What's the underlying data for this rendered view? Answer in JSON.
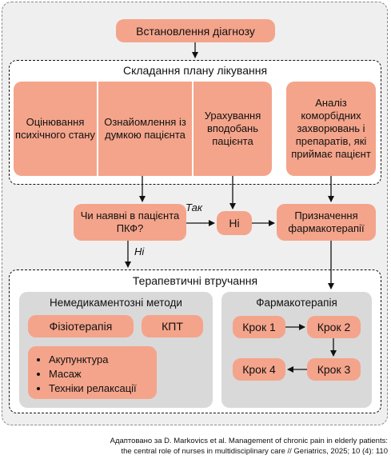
{
  "diagnosis": "Встановлення діагнозу",
  "plan": {
    "title": "Складання плану лікування",
    "items": [
      "Оцінювання психічного стану",
      "Ознайомлення із думкою пацієнта",
      "Урахування вподобань пацієнта"
    ],
    "analysis": "Аналіз коморбідних захворювань і препаратів, які приймає пацієнт"
  },
  "question": "Чи наявні в пацієнта ПКФ?",
  "yes_label": "Так",
  "no_label": "Ні",
  "no_box": "Ні",
  "pharmacotherapy_box": "Призначення фармакотерапії",
  "interventions": {
    "title": "Терапевтичні втручання",
    "non_drug": {
      "title": "Немедикаментозні методи",
      "physio": "Фізіотерапія",
      "cbt": "КПТ",
      "bullets": [
        "Акупунктура",
        "Масаж",
        "Техніки релаксації"
      ]
    },
    "pharma": {
      "title": "Фармакотерапія",
      "steps": [
        "Крок 1",
        "Крок 2",
        "Крок 3",
        "Крок 4"
      ]
    }
  },
  "caption": {
    "line1": "Адаптовано за D. Markovics et al. Management of chronic pain in elderly patients:",
    "line2": "the central role of nurses in multidisciplinary care // Geriatrics, 2025; 10 (4): 110"
  },
  "colors": {
    "box": "#f4a48b",
    "grey_panel": "#d9d9d9",
    "background": "#efefef"
  }
}
